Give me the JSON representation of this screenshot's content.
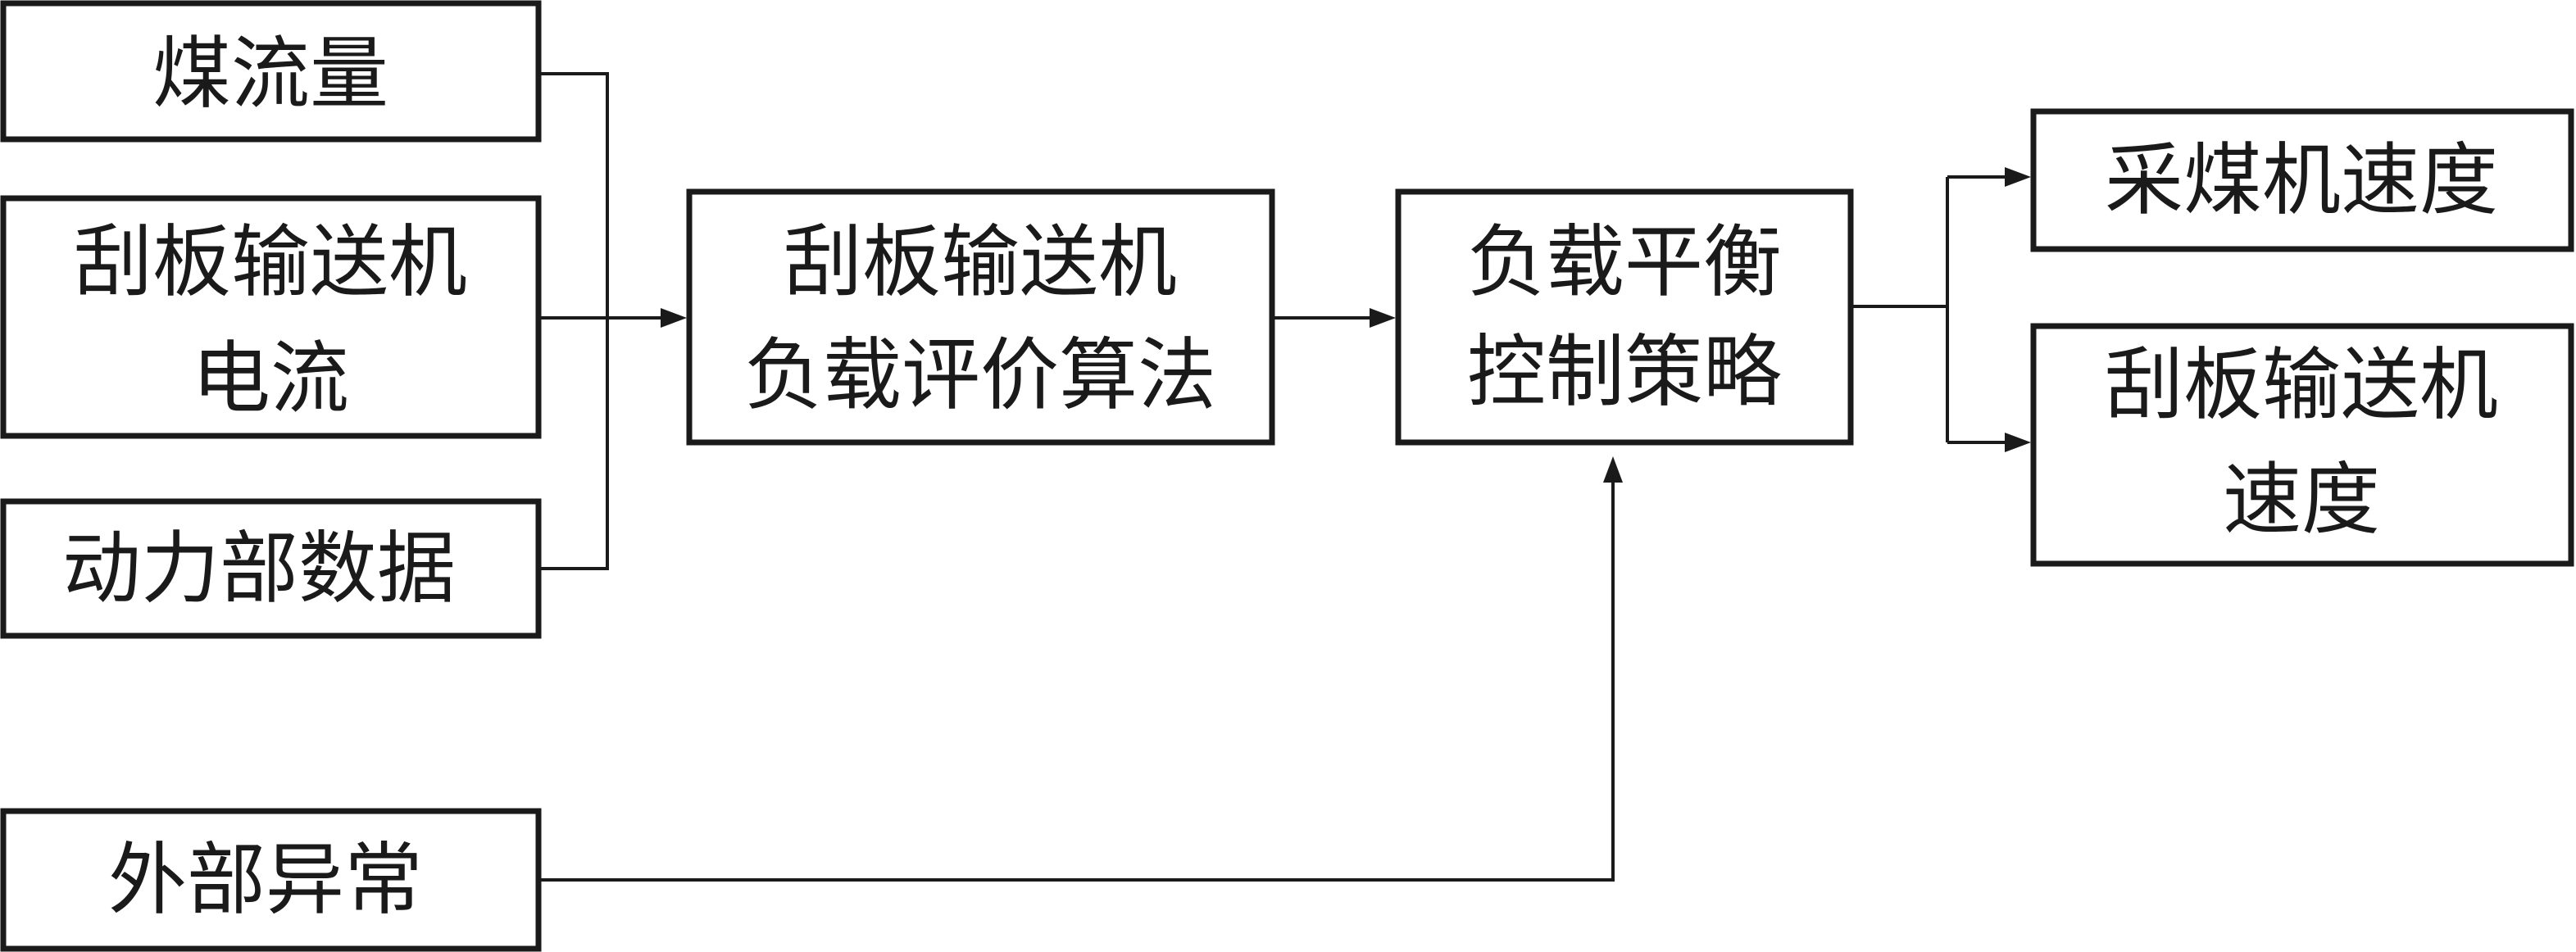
{
  "inputs": {
    "coal_flow": "煤流量",
    "conveyor_current_line1": "刮板输送机",
    "conveyor_current_line2": "电流",
    "power_data": "动力部数据",
    "external_anomaly": "外部异常"
  },
  "evaluation": {
    "line1": "刮板输送机",
    "line2": "负载评价算法"
  },
  "strategy": {
    "line1": "负载平衡",
    "line2": "控制策略"
  },
  "outputs": {
    "shearer_speed": "采煤机速度",
    "conveyor_speed_line1": "刮板输送机",
    "conveyor_speed_line2": "速度"
  }
}
